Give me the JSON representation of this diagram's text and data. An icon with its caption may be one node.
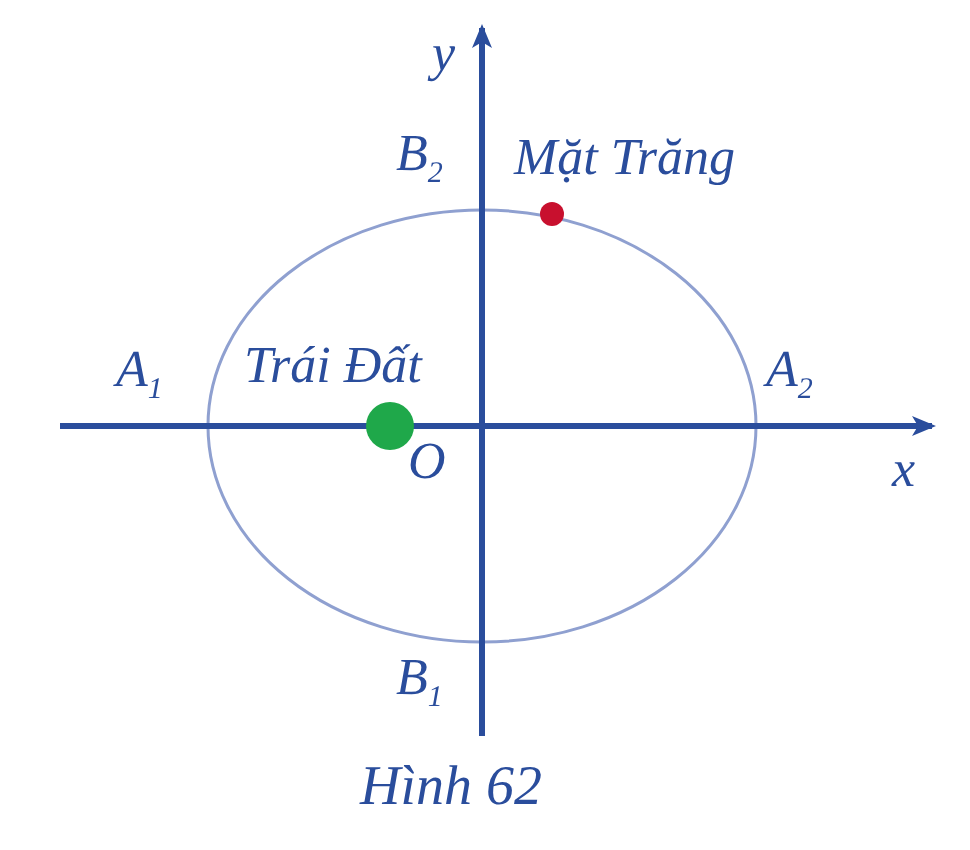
{
  "diagram": {
    "caption": "Hình 62",
    "labels": [
      "y",
      "B$_{2}$",
      "Mặt Trăng",
      "A$_{1}$",
      "Trái Đất",
      "A$_{2}$",
      "x",
      "O",
      "B$_{1}$"
    ]
  }
}
